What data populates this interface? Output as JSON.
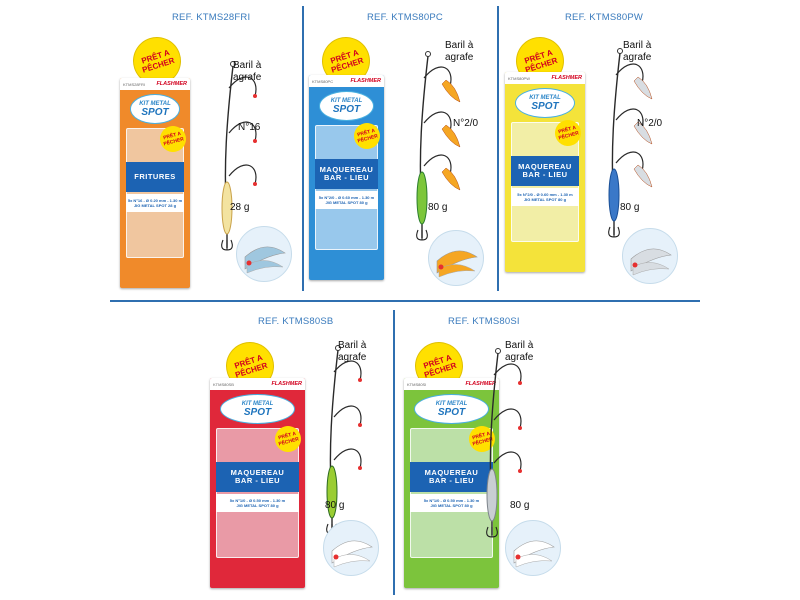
{
  "dividers": true,
  "products": [
    {
      "id": "p1",
      "ref": "REF. KTMS28FRI",
      "badge": [
        "PRÊT A",
        "PÊCHER"
      ],
      "card": {
        "bg": "#f08a2a",
        "code": "KTMS28FRI",
        "brand": "FLASHMER",
        "logo_small": "KIT METAL",
        "logo_big": "SPOT",
        "mini_badge": [
          "PRÊT A",
          "PÊCHER"
        ],
        "title_lines": [
          "FRITURES"
        ],
        "spec_lines": [
          "5x N°16 - Ø 0.20 mm - 1.30 m",
          "JIG METAL SPOT 28 g"
        ]
      },
      "labels": {
        "snap": "Baril à\nagrafe",
        "hook": "N°16",
        "weight": "28 g"
      },
      "lure_color": "#f3e3a0",
      "lure_accent": "#c9a24a",
      "feather": "none"
    },
    {
      "id": "p2",
      "ref": "REF. KTMS80PC",
      "badge": [
        "PRÊT A",
        "PÊCHER"
      ],
      "card": {
        "bg": "#2e8fd6",
        "code": "KTMS80PC",
        "brand": "FLASHMER",
        "logo_small": "KIT METAL",
        "logo_big": "SPOT",
        "mini_badge": [
          "PRÊT A",
          "PÊCHER"
        ],
        "title_lines": [
          "MAQUEREAU",
          "BAR - LIEU"
        ],
        "spec_lines": [
          "5x N°2/0 - Ø 0.60 mm - 1.30 m",
          "JIG METAL SPOT 80 g"
        ]
      },
      "labels": {
        "snap": "Baril à\nagrafe",
        "hook": "N°2/0",
        "weight": "80 g"
      },
      "lure_color": "#7cc63a",
      "lure_accent": "#2c7f2e",
      "feather": "#f5a623"
    },
    {
      "id": "p3",
      "ref": "REF. KTMS80PW",
      "badge": [
        "PRÊT A",
        "PÊCHER"
      ],
      "card": {
        "bg": "#f4e33a",
        "code": "KTMS80PW",
        "brand": "FLASHMER",
        "logo_small": "KIT METAL",
        "logo_big": "SPOT",
        "mini_badge": [
          "PRÊT A",
          "PÊCHER"
        ],
        "title_lines": [
          "MAQUEREAU",
          "BAR - LIEU"
        ],
        "spec_lines": [
          "5x N°2/0 - Ø 0.60 mm - 1.30 m",
          "JIG METAL SPOT 80 g"
        ]
      },
      "labels": {
        "snap": "Baril à\nagrafe",
        "hook": "N°2/0",
        "weight": "80 g"
      },
      "lure_color": "#3a78c8",
      "lure_accent": "#1a4f96",
      "feather": "#d8dde2"
    },
    {
      "id": "p4",
      "ref": "REF. KTMS80SB",
      "badge": [
        "PRÊT A",
        "PÊCHER"
      ],
      "card": {
        "bg": "#e0283a",
        "code": "KTMS80SB",
        "brand": "FLASHMER",
        "logo_small": "KIT METAL",
        "logo_big": "SPOT",
        "mini_badge": [
          "PRÊT A",
          "PÊCHER"
        ],
        "title_lines": [
          "MAQUEREAU",
          "BAR - LIEU"
        ],
        "spec_lines": [
          "5x N°1/0 - Ø 0.50 mm - 1.30 m",
          "JIG METAL SPOT 80 g"
        ]
      },
      "labels": {
        "snap": "Baril à\nagrafe",
        "hook": "",
        "weight": "80 g"
      },
      "lure_color": "#9acd32",
      "lure_accent": "#2d6b22",
      "feather": "none"
    },
    {
      "id": "p5",
      "ref": "REF. KTMS80SI",
      "badge": [
        "PRÊT A",
        "PÊCHER"
      ],
      "card": {
        "bg": "#7cc43c",
        "code": "KTMS80SI",
        "brand": "FLASHMER",
        "logo_small": "KIT METAL",
        "logo_big": "SPOT",
        "mini_badge": [
          "PRÊT A",
          "PÊCHER"
        ],
        "title_lines": [
          "MAQUEREAU",
          "BAR - LIEU"
        ],
        "spec_lines": [
          "5x N°1/0 - Ø 0.50 mm - 1.30 m",
          "JIG METAL SPOT 80 g"
        ]
      },
      "labels": {
        "snap": "Baril à\nagrafe",
        "hook": "",
        "weight": "80 g"
      },
      "lure_color": "#c9ced3",
      "lure_accent": "#7d848b",
      "feather": "none"
    }
  ]
}
